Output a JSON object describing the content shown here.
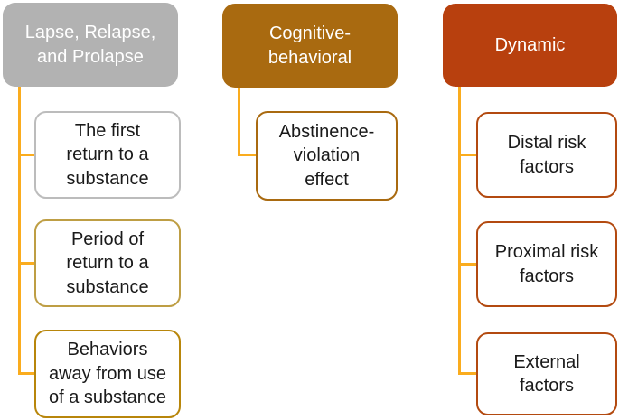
{
  "figure": {
    "background": "#ffffff",
    "connector_color": "#FAAC1E",
    "node_text_color": "#1a1a1a",
    "columns": [
      {
        "header": {
          "label": "Lapse, Relapse,\nand Prolapse",
          "bg": "#B2B2B2",
          "text_color": "#FFFFFF"
        },
        "children": [
          {
            "label": "The first\nreturn to a\nsubstance",
            "border_color": "#BCBCBC"
          },
          {
            "label": "Period of\nreturn to a\nsubstance",
            "border_color": "#BE9E44"
          },
          {
            "label": "Behaviors\naway from use\nof a substance",
            "border_color": "#B8860B"
          }
        ]
      },
      {
        "header": {
          "label": "Cognitive-\nbehavioral",
          "bg": "#A96A10",
          "text_color": "#FFFFFF"
        },
        "children": [
          {
            "label": "Abstinence-\nviolation\neffect",
            "border_color": "#A96A10"
          }
        ]
      },
      {
        "header": {
          "label": "Dynamic",
          "bg": "#B8400E",
          "text_color": "#FFFFFF"
        },
        "children": [
          {
            "label": "Distal risk\nfactors",
            "border_color": "#B34A10"
          },
          {
            "label": "Proximal risk\nfactors",
            "border_color": "#B34A10"
          },
          {
            "label": "External\nfactors",
            "border_color": "#B34A10"
          }
        ]
      }
    ]
  }
}
